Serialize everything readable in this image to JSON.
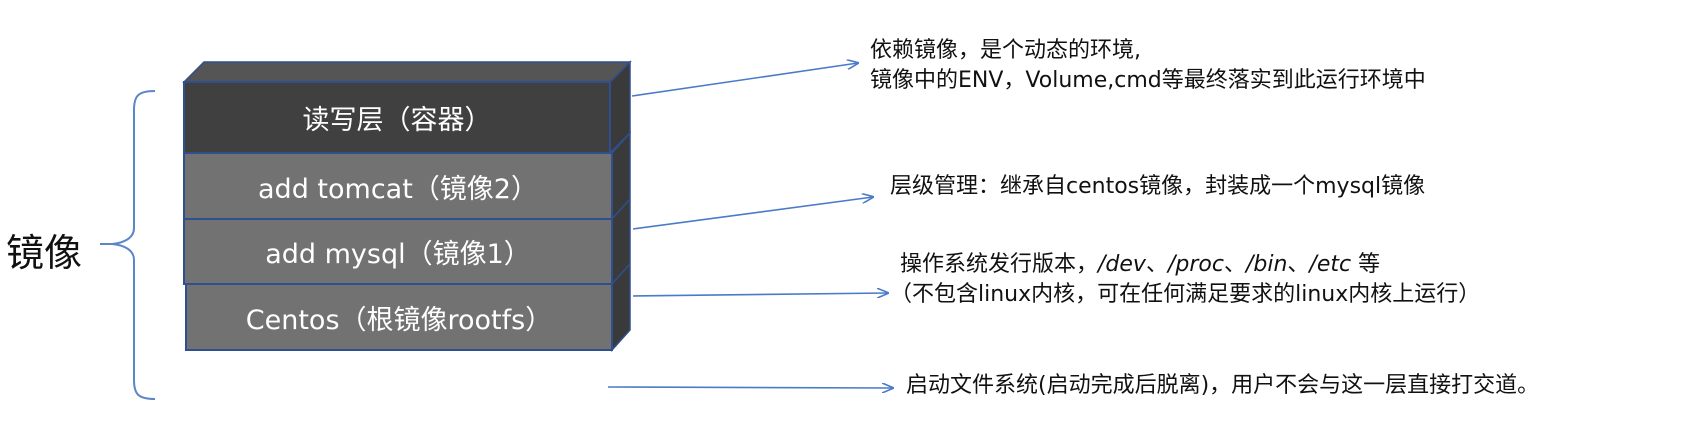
{
  "side_label": "镜像",
  "layers": [
    {
      "label": "读写层（容器）"
    },
    {
      "label": "add tomcat（镜像2）"
    },
    {
      "label": "add mysql（镜像1）"
    },
    {
      "label": "Centos（根镜像rootfs）"
    }
  ],
  "notes": {
    "readwrite": {
      "line1": "依赖镜像，是个动态的环境,",
      "line2": "镜像中的ENV，Volume,cmd等最终落实到此运行环境中"
    },
    "hierarchy": {
      "line1": "层级管理：继承自centos镜像，封装成一个mysql镜像"
    },
    "os": {
      "prefix": "操作系统发行版本，",
      "p_dev": "/dev",
      "p_proc": "/proc",
      "p_bin": "/bin",
      "p_etc": "/etc",
      "sep": "、",
      "suffix": "等",
      "line2": "（不包含linux内核，可在任何满足要求的linux内核上运行）"
    },
    "bootfs": {
      "line1": "启动文件系统(启动完成后脱离)，用户不会与这一层直接打交道。"
    }
  },
  "colors": {
    "top_layer": "#404040",
    "layer": "#727272",
    "top_face": "#555555",
    "side_face": "#3a3a3a",
    "edge": "#2f4f8f",
    "arrow": "#4a7bc8",
    "bracket": "#5b86c9"
  }
}
